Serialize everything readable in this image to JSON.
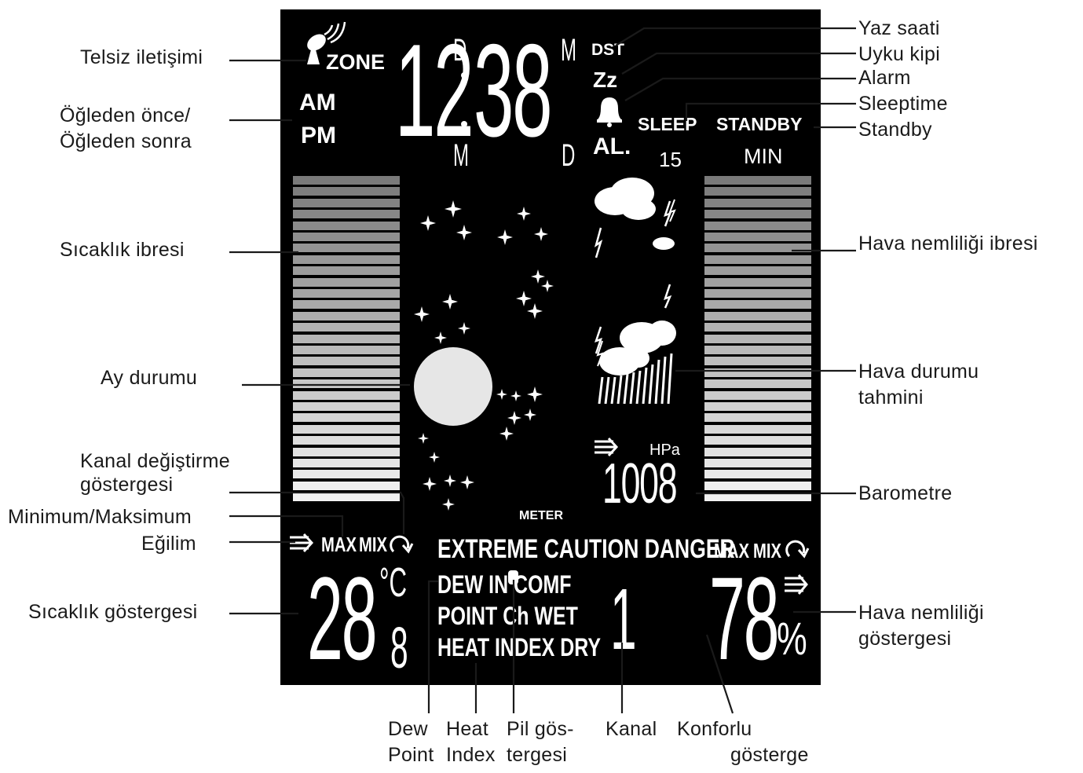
{
  "labels": {
    "radio": "Telsiz iletişimi",
    "ampm_1": "Öğleden önce/",
    "ampm_2": "Öğleden sonra",
    "temp_gauge": "Sıcaklık ibresi",
    "moon": "Ay durumu",
    "channel_change_1": "Kanal değiştirme",
    "channel_change_2": "göstergesi",
    "minmax": "Minimum/Maksimum",
    "trend": "Eğilim",
    "temp_display": "Sıcaklık göstergesi",
    "dst": "Yaz saati",
    "sleep_mode": "Uyku kipi",
    "alarm": "Alarm",
    "sleeptime": "Sleeptime",
    "standby": "Standby",
    "humidity_gauge": "Hava nemliliği ibresi",
    "forecast_1": "Hava durumu",
    "forecast_2": "tahmini",
    "barometer": "Barometre",
    "humidity_display_1": "Hava nemliliği",
    "humidity_display_2": "göstergesi",
    "dew_1": "Dew",
    "dew_2": "Point",
    "heat_1": "Heat",
    "heat_2": "Index",
    "battery_1": "Pil gös-",
    "battery_2": "tergesi",
    "channel": "Kanal",
    "comfort_1": "Konforlu",
    "comfort_2": "gösterge"
  },
  "display": {
    "zone": "ZONE",
    "am": "AM",
    "pm": "PM",
    "time": "12:38",
    "time_digits_hour": "12",
    "time_digits_min": "38",
    "d_top": "D",
    "m_top": "M",
    "m_bottom": "M",
    "d_bottom": "D",
    "dst": "DST",
    "zz": "Zz",
    "al": "AL.",
    "sleep": "SLEEP",
    "standby": "STANDBY",
    "sleep_min": "15",
    "min": "MIN",
    "hpa": "HPa",
    "pressure": "1008",
    "meter": "METER",
    "max_left": "MAX",
    "mix_left": "MIX",
    "max_right": "MAX",
    "mix_right": "MIX",
    "caution": "EXTREME CAUTION DANGER",
    "row1": "DEW IN COMF",
    "row2": "POINT Ch WET",
    "row3": "HEAT INDEX DRY",
    "temp_main": "28",
    "temp_decimal": "8",
    "temp_unit": "°C",
    "channel_value": "1",
    "humidity": "78",
    "percent": "%"
  },
  "colors": {
    "lcd_bg": "#000000",
    "segment": "#ffffff",
    "bar_dark": "#7a7a7a",
    "bar_light": "#f2f2f2"
  },
  "icons": [
    "antenna-icon",
    "bell-icon",
    "moon-icon",
    "star-icon",
    "cloud-icon",
    "lightning-icon",
    "rain-icon",
    "trend-arrow-icon",
    "channel-cycle-icon",
    "battery-icon"
  ]
}
